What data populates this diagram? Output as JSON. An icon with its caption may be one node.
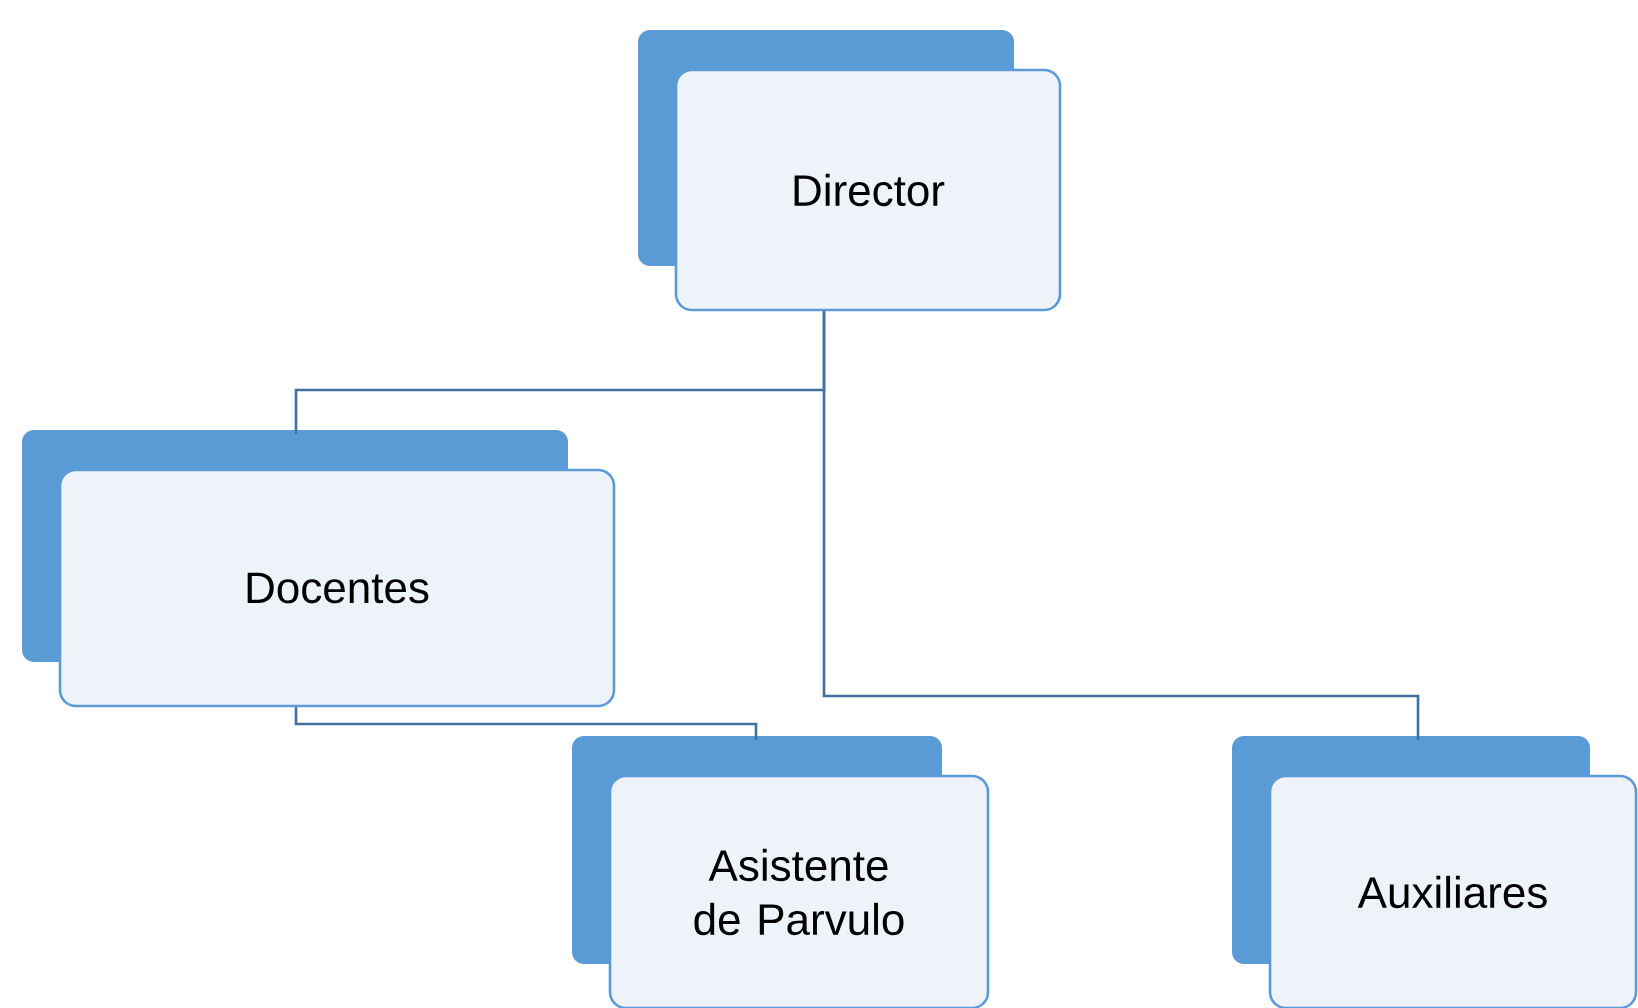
{
  "diagram": {
    "nodes": [
      {
        "text": [
          "Director"
        ]
      },
      {
        "text": [
          "Docentes"
        ]
      },
      {
        "text": [
          "Asistente de Parvulo"
        ]
      },
      {
        "text": [
          "Auxiliares"
        ]
      }
    ],
    "edges": [
      {
        "from": 0,
        "to": 1,
        "arrow": "none"
      },
      {
        "from": 0,
        "to": 3,
        "arrow": "none"
      },
      {
        "from": 1,
        "to": 2,
        "arrow": "none"
      }
    ]
  }
}
